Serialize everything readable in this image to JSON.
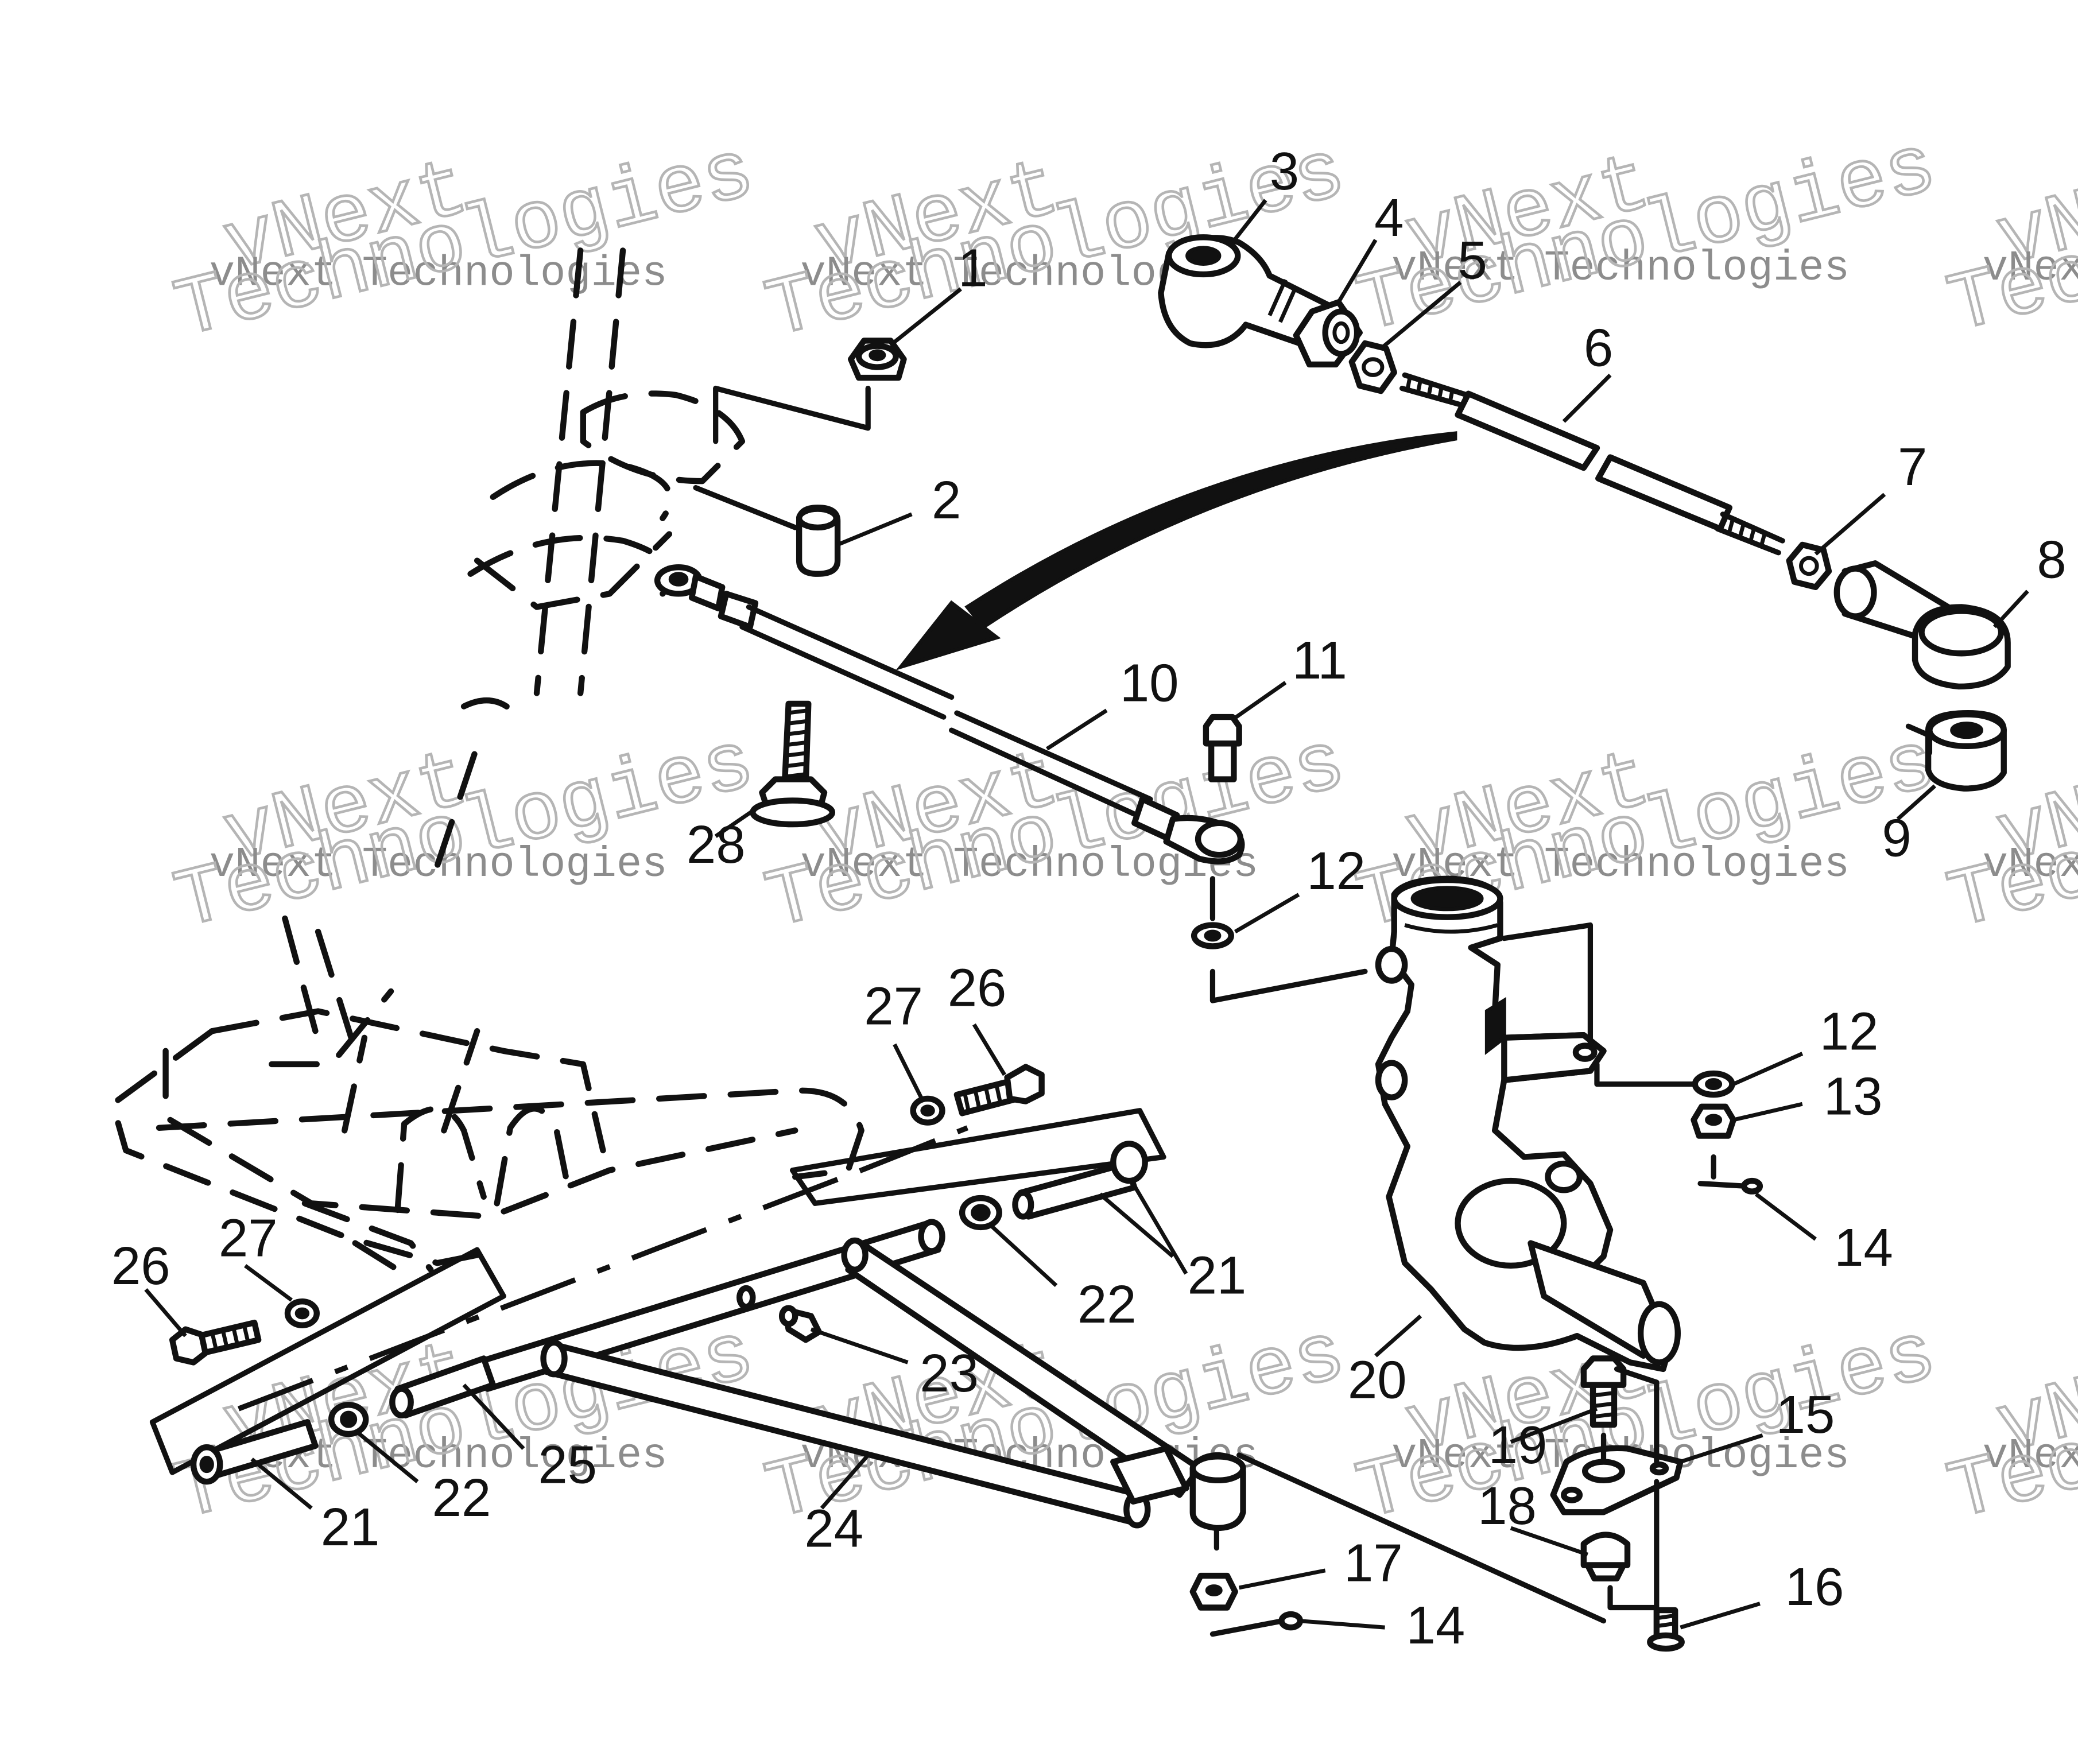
{
  "watermark": {
    "line1": "vNext",
    "line2": "vNext Technologies",
    "line3": "Technologies"
  },
  "callouts": [
    {
      "id": "c1",
      "label": "1"
    },
    {
      "id": "c2",
      "label": "2"
    },
    {
      "id": "c3",
      "label": "3"
    },
    {
      "id": "c4",
      "label": "4"
    },
    {
      "id": "c5",
      "label": "5"
    },
    {
      "id": "c6",
      "label": "6"
    },
    {
      "id": "c7",
      "label": "7"
    },
    {
      "id": "c8",
      "label": "8"
    },
    {
      "id": "c9",
      "label": "9"
    },
    {
      "id": "c10",
      "label": "10"
    },
    {
      "id": "c11",
      "label": "11"
    },
    {
      "id": "c12a",
      "label": "12"
    },
    {
      "id": "c12b",
      "label": "12"
    },
    {
      "id": "c13",
      "label": "13"
    },
    {
      "id": "c14a",
      "label": "14"
    },
    {
      "id": "c14b",
      "label": "14"
    },
    {
      "id": "c15",
      "label": "15"
    },
    {
      "id": "c16",
      "label": "16"
    },
    {
      "id": "c17",
      "label": "17"
    },
    {
      "id": "c18",
      "label": "18"
    },
    {
      "id": "c19",
      "label": "19"
    },
    {
      "id": "c20",
      "label": "20"
    },
    {
      "id": "c21a",
      "label": "21"
    },
    {
      "id": "c21b",
      "label": "21"
    },
    {
      "id": "c22a",
      "label": "22"
    },
    {
      "id": "c22b",
      "label": "22"
    },
    {
      "id": "c23",
      "label": "23"
    },
    {
      "id": "c24",
      "label": "24"
    },
    {
      "id": "c25",
      "label": "25"
    },
    {
      "id": "c26a",
      "label": "26"
    },
    {
      "id": "c26b",
      "label": "26"
    },
    {
      "id": "c27a",
      "label": "27"
    },
    {
      "id": "c27b",
      "label": "27"
    },
    {
      "id": "c28",
      "label": "28"
    }
  ]
}
